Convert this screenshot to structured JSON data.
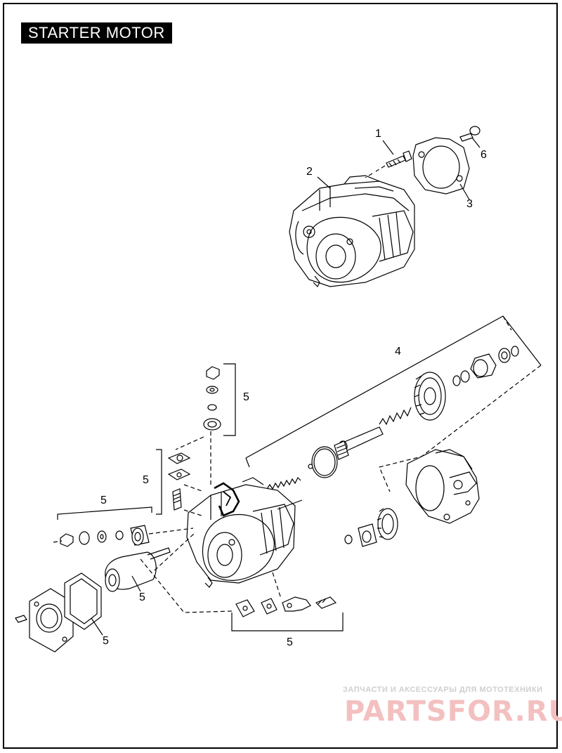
{
  "title": "STARTER MOTOR",
  "callouts": [
    {
      "id": "c1",
      "label": "1"
    },
    {
      "id": "c2",
      "label": "2"
    },
    {
      "id": "c3",
      "label": "3"
    },
    {
      "id": "c4",
      "label": "4"
    },
    {
      "id": "c5a",
      "label": "5"
    },
    {
      "id": "c5b",
      "label": "5"
    },
    {
      "id": "c5c",
      "label": "5"
    },
    {
      "id": "c5d",
      "label": "5"
    },
    {
      "id": "c5e",
      "label": "5"
    },
    {
      "id": "c5f",
      "label": "5"
    },
    {
      "id": "c6",
      "label": "6"
    }
  ],
  "watermark": {
    "tagline": "ЗАПЧАСТИ И АКСЕССУАРЫ ДЛЯ МОТОТЕХНИКИ",
    "brand": "PARTSFOR.RU",
    "color": "#f3c0c0"
  }
}
